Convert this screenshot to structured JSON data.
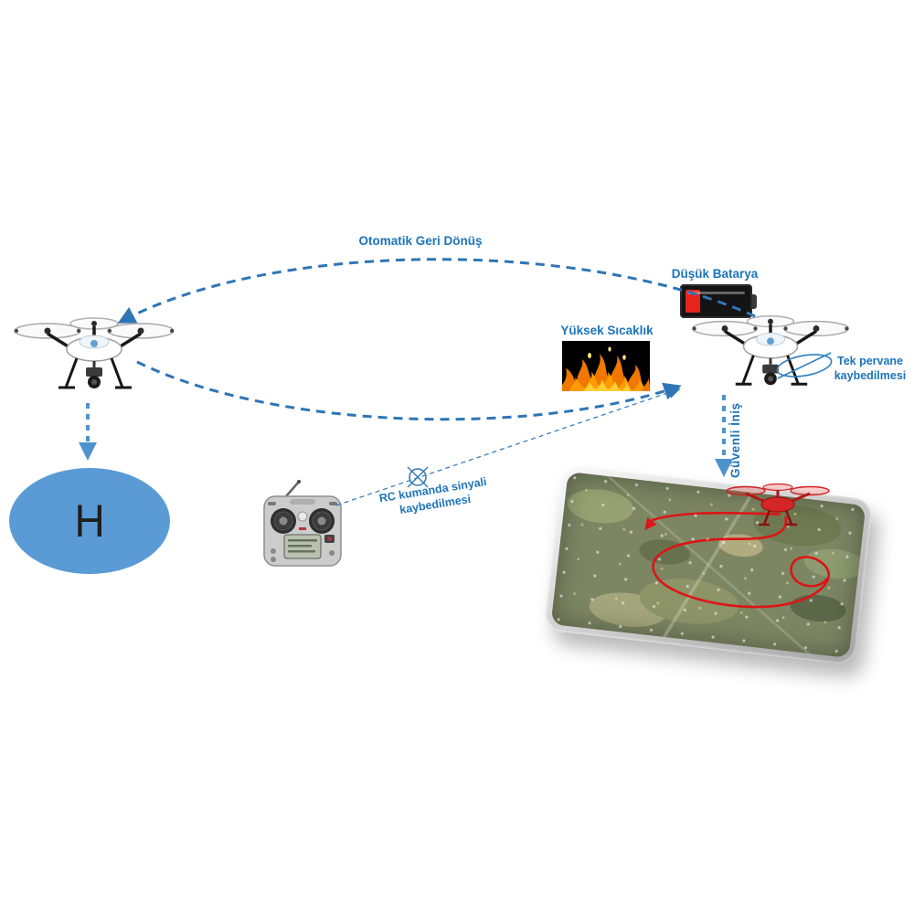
{
  "labels": {
    "auto_return": "Otomatik Geri Dönüş",
    "low_battery": "Düşük Batarya",
    "high_temperature": "Yüksek Sıcaklık",
    "propeller_loss": "Tek pervane kaybedilmesi",
    "safe_landing": "Güvenli İniş",
    "rc_signal_loss": "RC kumanda sinyali kaybedilmesi",
    "helipad_letter": "H"
  },
  "icons": {
    "battery": "low-battery-icon",
    "fire": "fire-image",
    "drone_white": "drone-icon",
    "drone_red": "drone-on-map-icon",
    "rc_controller": "rc-controller-icon",
    "signal_lost": "signal-lost-icon",
    "propeller_loss_marker": "propeller-loss-marker"
  },
  "colors": {
    "label_blue": "#1b74ba",
    "arrow_blue": "#2e75b6",
    "arrow_light_blue": "#4f93ce",
    "helipad_fill": "#5b9bd5",
    "battery_red": "#e8241d",
    "flight_path_red": "#dd1515"
  }
}
